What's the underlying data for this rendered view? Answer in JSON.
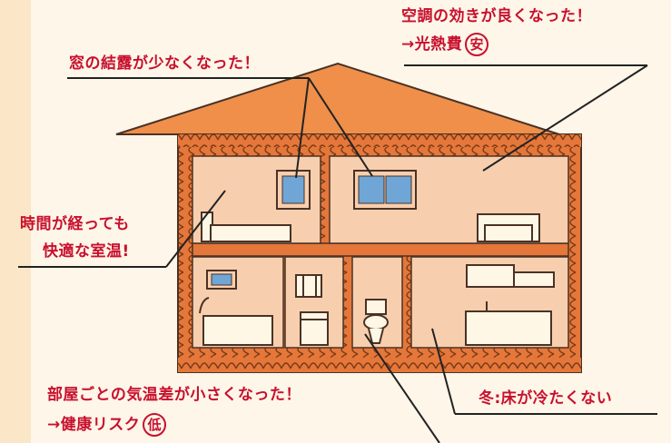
{
  "labels": {
    "aircon_line1": "空調の効きが良くなった！",
    "aircon_line2": "→光熱費",
    "aircon_circle": "安",
    "condensation": "窓の結露が少なくなった！",
    "temp_line1": "時間が経っても",
    "temp_line2": "快適な室温!",
    "room_diff_line1": "部屋ごとの気温差が小さくなった！",
    "room_diff_line2": "→健康リスク",
    "room_diff_circle": "低",
    "floor": "冬:床が冷たくない"
  },
  "colors": {
    "roof": "#ef8f4a",
    "wall_insulation": "#e5773a",
    "room": "#f8cfae",
    "text": "#c8102e",
    "outline": "#4a3225"
  }
}
